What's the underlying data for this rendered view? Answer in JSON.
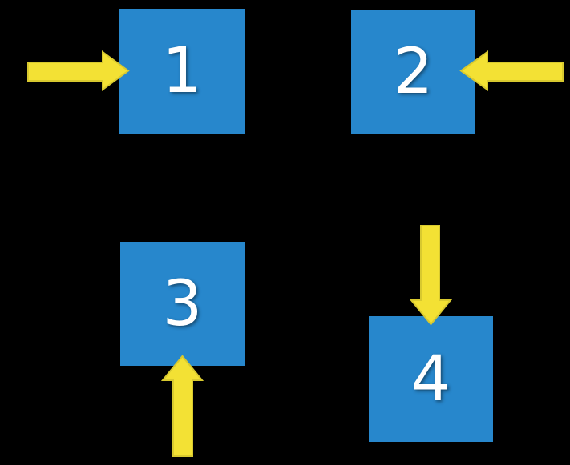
{
  "boxes": [
    {
      "label": "1"
    },
    {
      "label": "2"
    },
    {
      "label": "3"
    },
    {
      "label": "4"
    }
  ],
  "arrows": [
    {
      "icon": "arrow-right-icon",
      "direction": "right",
      "points_to_box": "1",
      "enters_from": "left side"
    },
    {
      "icon": "arrow-left-icon",
      "direction": "left",
      "points_to_box": "2",
      "enters_from": "right side"
    },
    {
      "icon": "arrow-up-icon",
      "direction": "up",
      "points_to_box": "3",
      "enters_from": "bottom side"
    },
    {
      "icon": "arrow-down-icon",
      "direction": "down",
      "points_to_box": "4",
      "enters_from": "top side"
    }
  ],
  "colors": {
    "background": "#000000",
    "square-blue": "#2787CC",
    "arrow-yellow": "#F3E134",
    "arrow-outline": "#D8C92F",
    "number-white": "#FFFFFF"
  }
}
